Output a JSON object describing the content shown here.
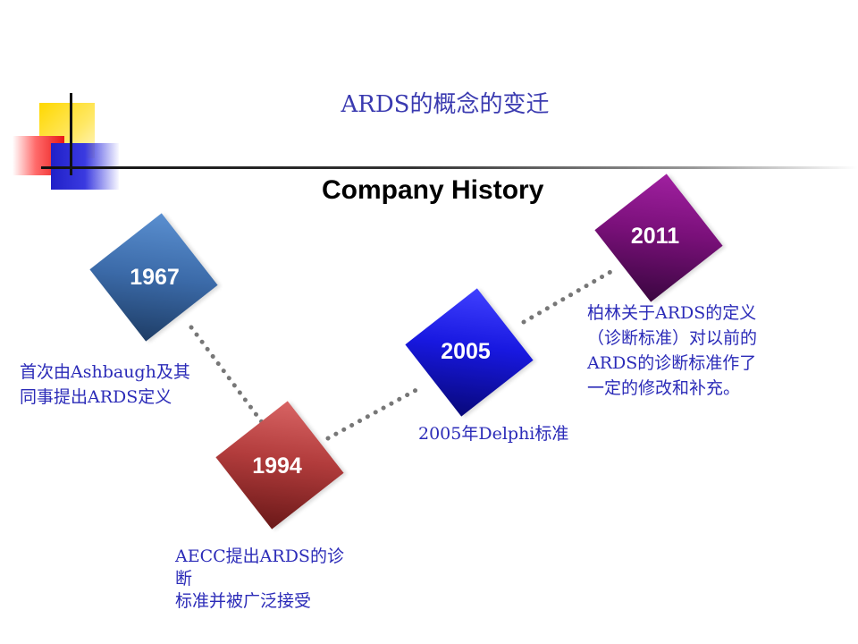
{
  "slide": {
    "title": "ARDS的概念的变迁",
    "heading": "Company History"
  },
  "timeline": [
    {
      "year": "1967",
      "note": [
        "首次由Ashbaugh及其",
        "同事提出ARDS定义"
      ],
      "color": "#3b6aa8"
    },
    {
      "year": "1994",
      "note": [
        "AECC提出ARDS的诊",
        "断",
        "标准并被广泛接受"
      ],
      "color": "#b23c3c"
    },
    {
      "year": "2005",
      "note": [
        "2005年Delphi标准"
      ],
      "color": "#1818e0"
    },
    {
      "year": "2011",
      "note": [
        "柏林关于ARDS的定义",
        "（诊断标准）对以前的",
        "ARDS的诊断标准作了",
        "一定的修改和补充。"
      ],
      "color": "#7a107a"
    }
  ],
  "colors": {
    "title_text": "#3a3ab0",
    "note_text": "#2b2bb8",
    "accent_yellow": "#ffd800",
    "accent_red": "#e81818",
    "accent_blue": "#2020c8"
  }
}
